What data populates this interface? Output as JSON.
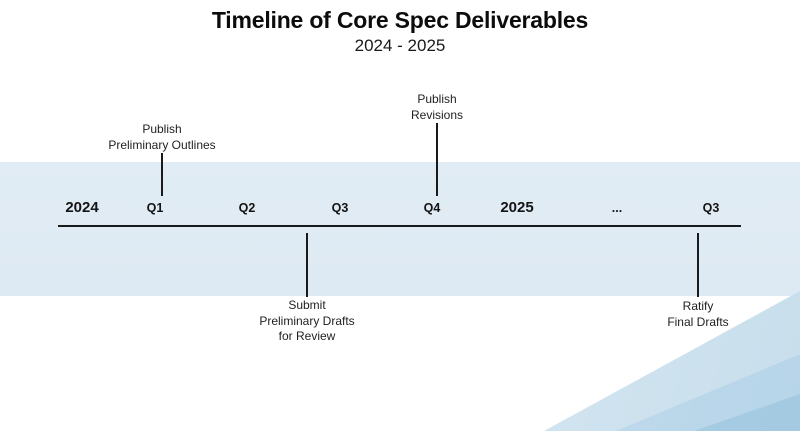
{
  "header": {
    "title": "Timeline of Core Spec Deliverables",
    "subtitle": "2024 - 2025"
  },
  "timeline": {
    "axis_labels": [
      {
        "text": "2024",
        "kind": "year"
      },
      {
        "text": "Q1",
        "kind": "quarter"
      },
      {
        "text": "Q2",
        "kind": "quarter"
      },
      {
        "text": "Q3",
        "kind": "quarter"
      },
      {
        "text": "Q4",
        "kind": "quarter"
      },
      {
        "text": "2025",
        "kind": "year"
      },
      {
        "text": "...",
        "kind": "ellipsis"
      },
      {
        "text": "Q3",
        "kind": "quarter"
      }
    ],
    "events": [
      {
        "position": "above",
        "anchor": "Q1 2024",
        "lines": [
          "Publish",
          "Preliminary Outlines"
        ]
      },
      {
        "position": "above",
        "anchor": "Q4 2024",
        "lines": [
          "Publish",
          "Revisions"
        ]
      },
      {
        "position": "below",
        "anchor": "Q2-Q3 2024",
        "lines": [
          "Submit",
          "Preliminary Drafts",
          "for Review"
        ]
      },
      {
        "position": "below",
        "anchor": "Q3 2025",
        "lines": [
          "Ratify",
          "Final Drafts"
        ]
      }
    ]
  },
  "colors": {
    "background": "#ffffff",
    "band": "#dfeaf3",
    "axis_line": "#1a1a1a",
    "text": "#141414",
    "decor_light": "#d6e7f2",
    "decor_mid": "#b7d5e9",
    "decor_deep": "#a3cae1"
  }
}
